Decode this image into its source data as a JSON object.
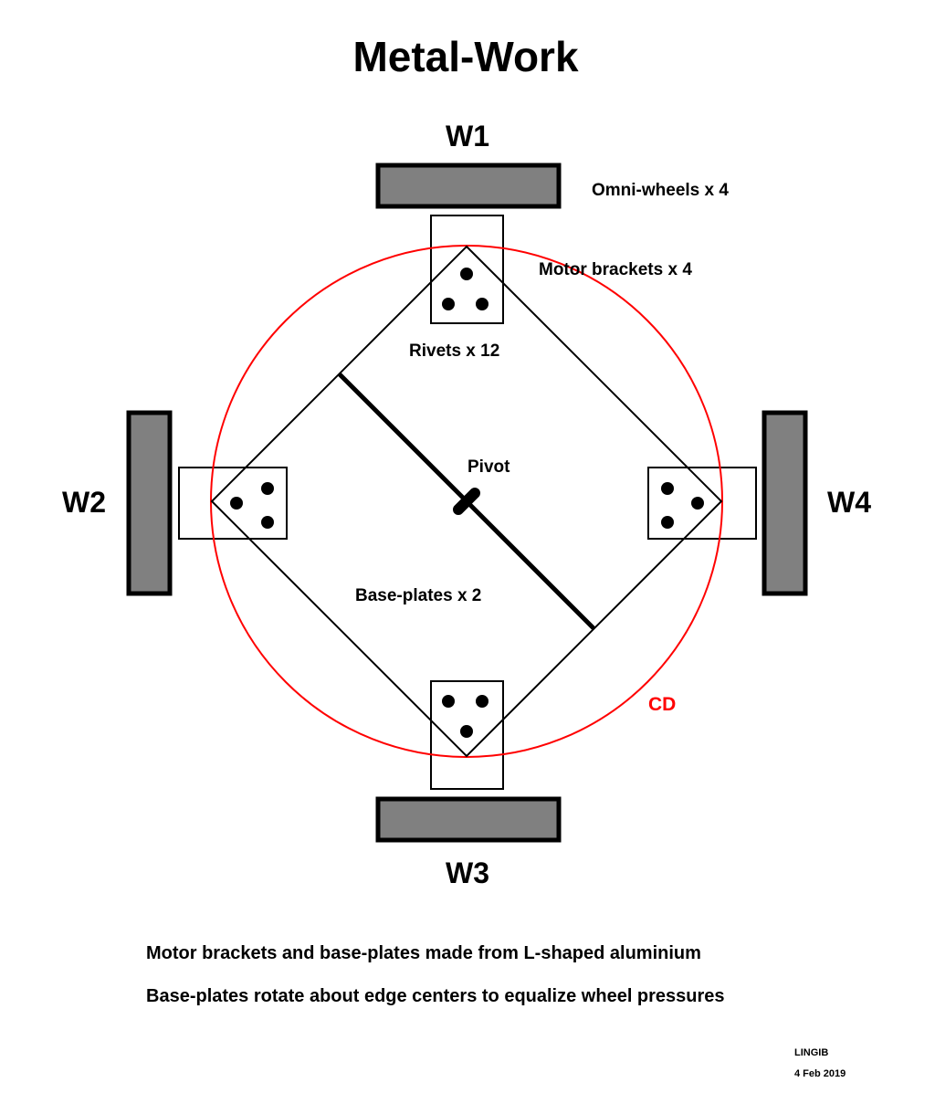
{
  "title": "Metal-Work",
  "wheels": {
    "w1": "W1",
    "w2": "W2",
    "w3": "W3",
    "w4": "W4"
  },
  "labels": {
    "omni_wheels": "Omni-wheels x 4",
    "motor_brackets": "Motor brackets x 4",
    "rivets": "Rivets x 12",
    "pivot": "Pivot",
    "base_plates": "Base-plates x 2",
    "cd": "CD"
  },
  "notes": [
    "Motor brackets and base-plates made from L-shaped aluminium",
    "Base-plates rotate about edge centers to equalize wheel pressures"
  ],
  "author": "LINGIB",
  "date": "4 Feb 2019",
  "colors": {
    "wheel_fill": "#808080",
    "outline": "#000000",
    "cd_circle": "#ff0000",
    "cd_label": "#ff0000"
  }
}
